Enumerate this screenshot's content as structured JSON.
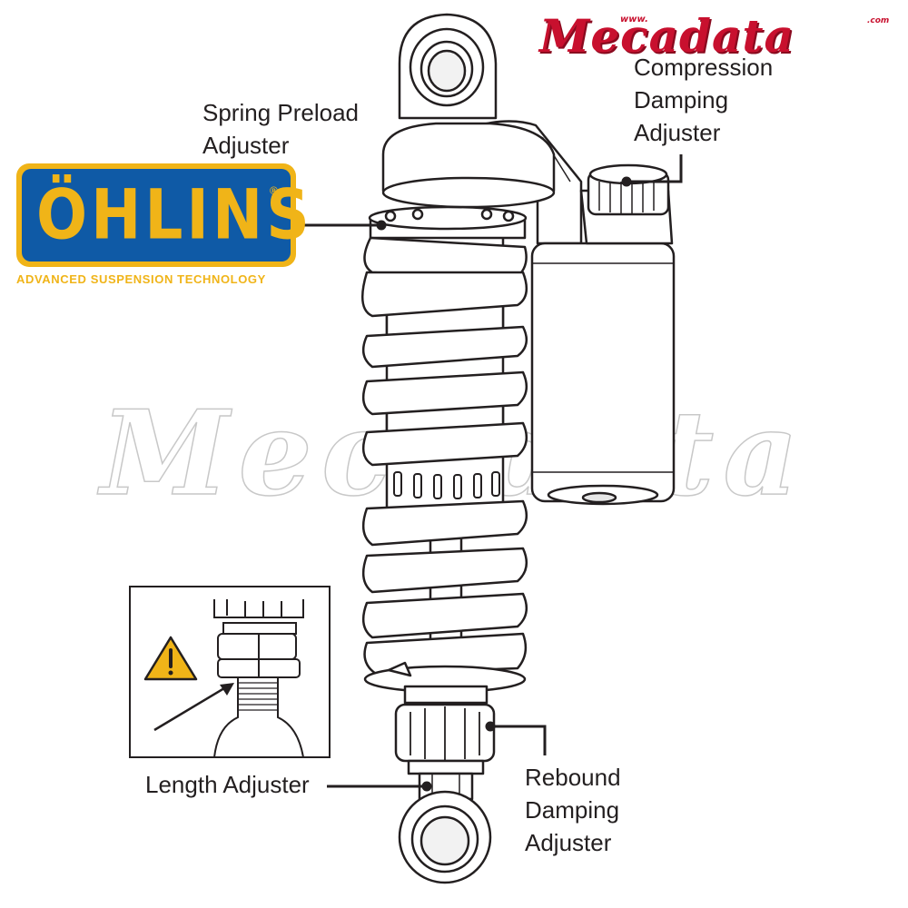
{
  "labels": {
    "spring_preload": [
      "Spring Preload",
      "Adjuster"
    ],
    "compression": [
      "Compression",
      "Damping",
      "Adjuster"
    ],
    "rebound": [
      "Rebound",
      "Damping",
      "Adjuster"
    ],
    "length": "Length Adjuster"
  },
  "brand": {
    "name": "ÖHLINS",
    "registered": "®",
    "tagline": "ADVANCED SUSPENSION TECHNOLOGY",
    "colors": {
      "yellow": "#f0b418",
      "blue": "#0f5aa6"
    }
  },
  "watermark": {
    "name": "Mecadata",
    "url_prefix": "www.",
    "url_suffix": ".com",
    "color": "#c8102e"
  },
  "icons": {
    "warning": "warning-triangle-icon"
  }
}
